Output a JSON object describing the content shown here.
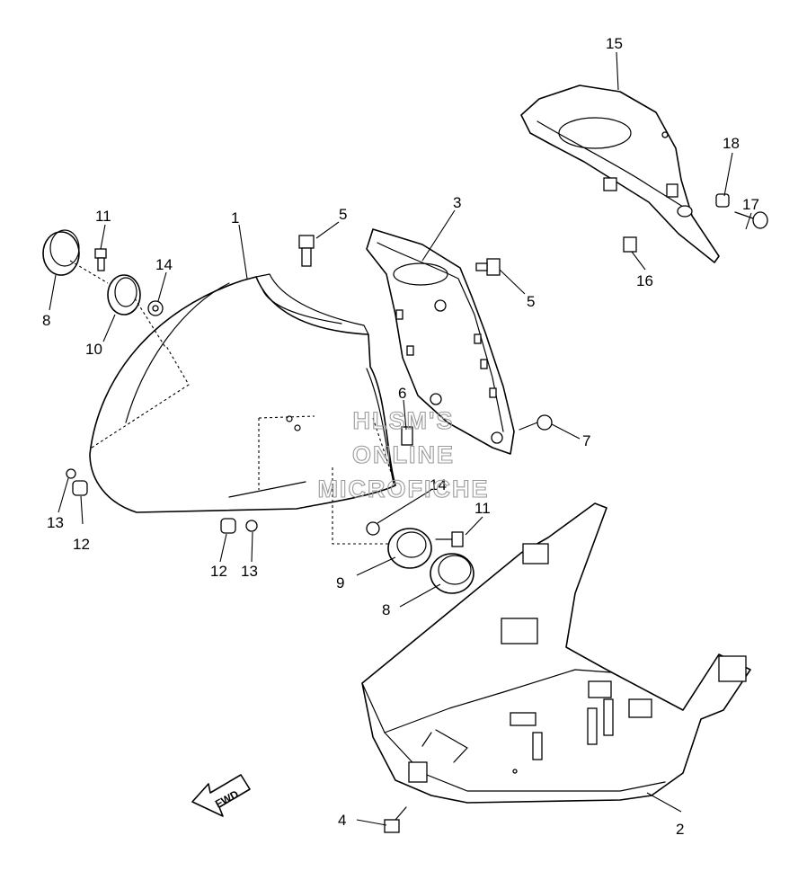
{
  "diagram": {
    "callouts": [
      {
        "id": "c1",
        "text": "1"
      },
      {
        "id": "c2",
        "text": "2"
      },
      {
        "id": "c3",
        "text": "3"
      },
      {
        "id": "c4",
        "text": "4"
      },
      {
        "id": "c5a",
        "text": "5"
      },
      {
        "id": "c5b",
        "text": "5"
      },
      {
        "id": "c6",
        "text": "6"
      },
      {
        "id": "c7",
        "text": "7"
      },
      {
        "id": "c8a",
        "text": "8"
      },
      {
        "id": "c8b",
        "text": "8"
      },
      {
        "id": "c9",
        "text": "9"
      },
      {
        "id": "c10",
        "text": "10"
      },
      {
        "id": "c11a",
        "text": "11"
      },
      {
        "id": "c11b",
        "text": "11"
      },
      {
        "id": "c12a",
        "text": "12"
      },
      {
        "id": "c12b",
        "text": "12"
      },
      {
        "id": "c13a",
        "text": "13"
      },
      {
        "id": "c13b",
        "text": "13"
      },
      {
        "id": "c14a",
        "text": "14"
      },
      {
        "id": "c14b",
        "text": "14"
      },
      {
        "id": "c15",
        "text": "15"
      },
      {
        "id": "c16",
        "text": "16"
      },
      {
        "id": "c17",
        "text": "17"
      },
      {
        "id": "c18",
        "text": "18"
      }
    ],
    "watermark": [
      "HLSM'S",
      "ONLINE",
      "MICROFICHE"
    ],
    "fwd_label": "FWD"
  }
}
